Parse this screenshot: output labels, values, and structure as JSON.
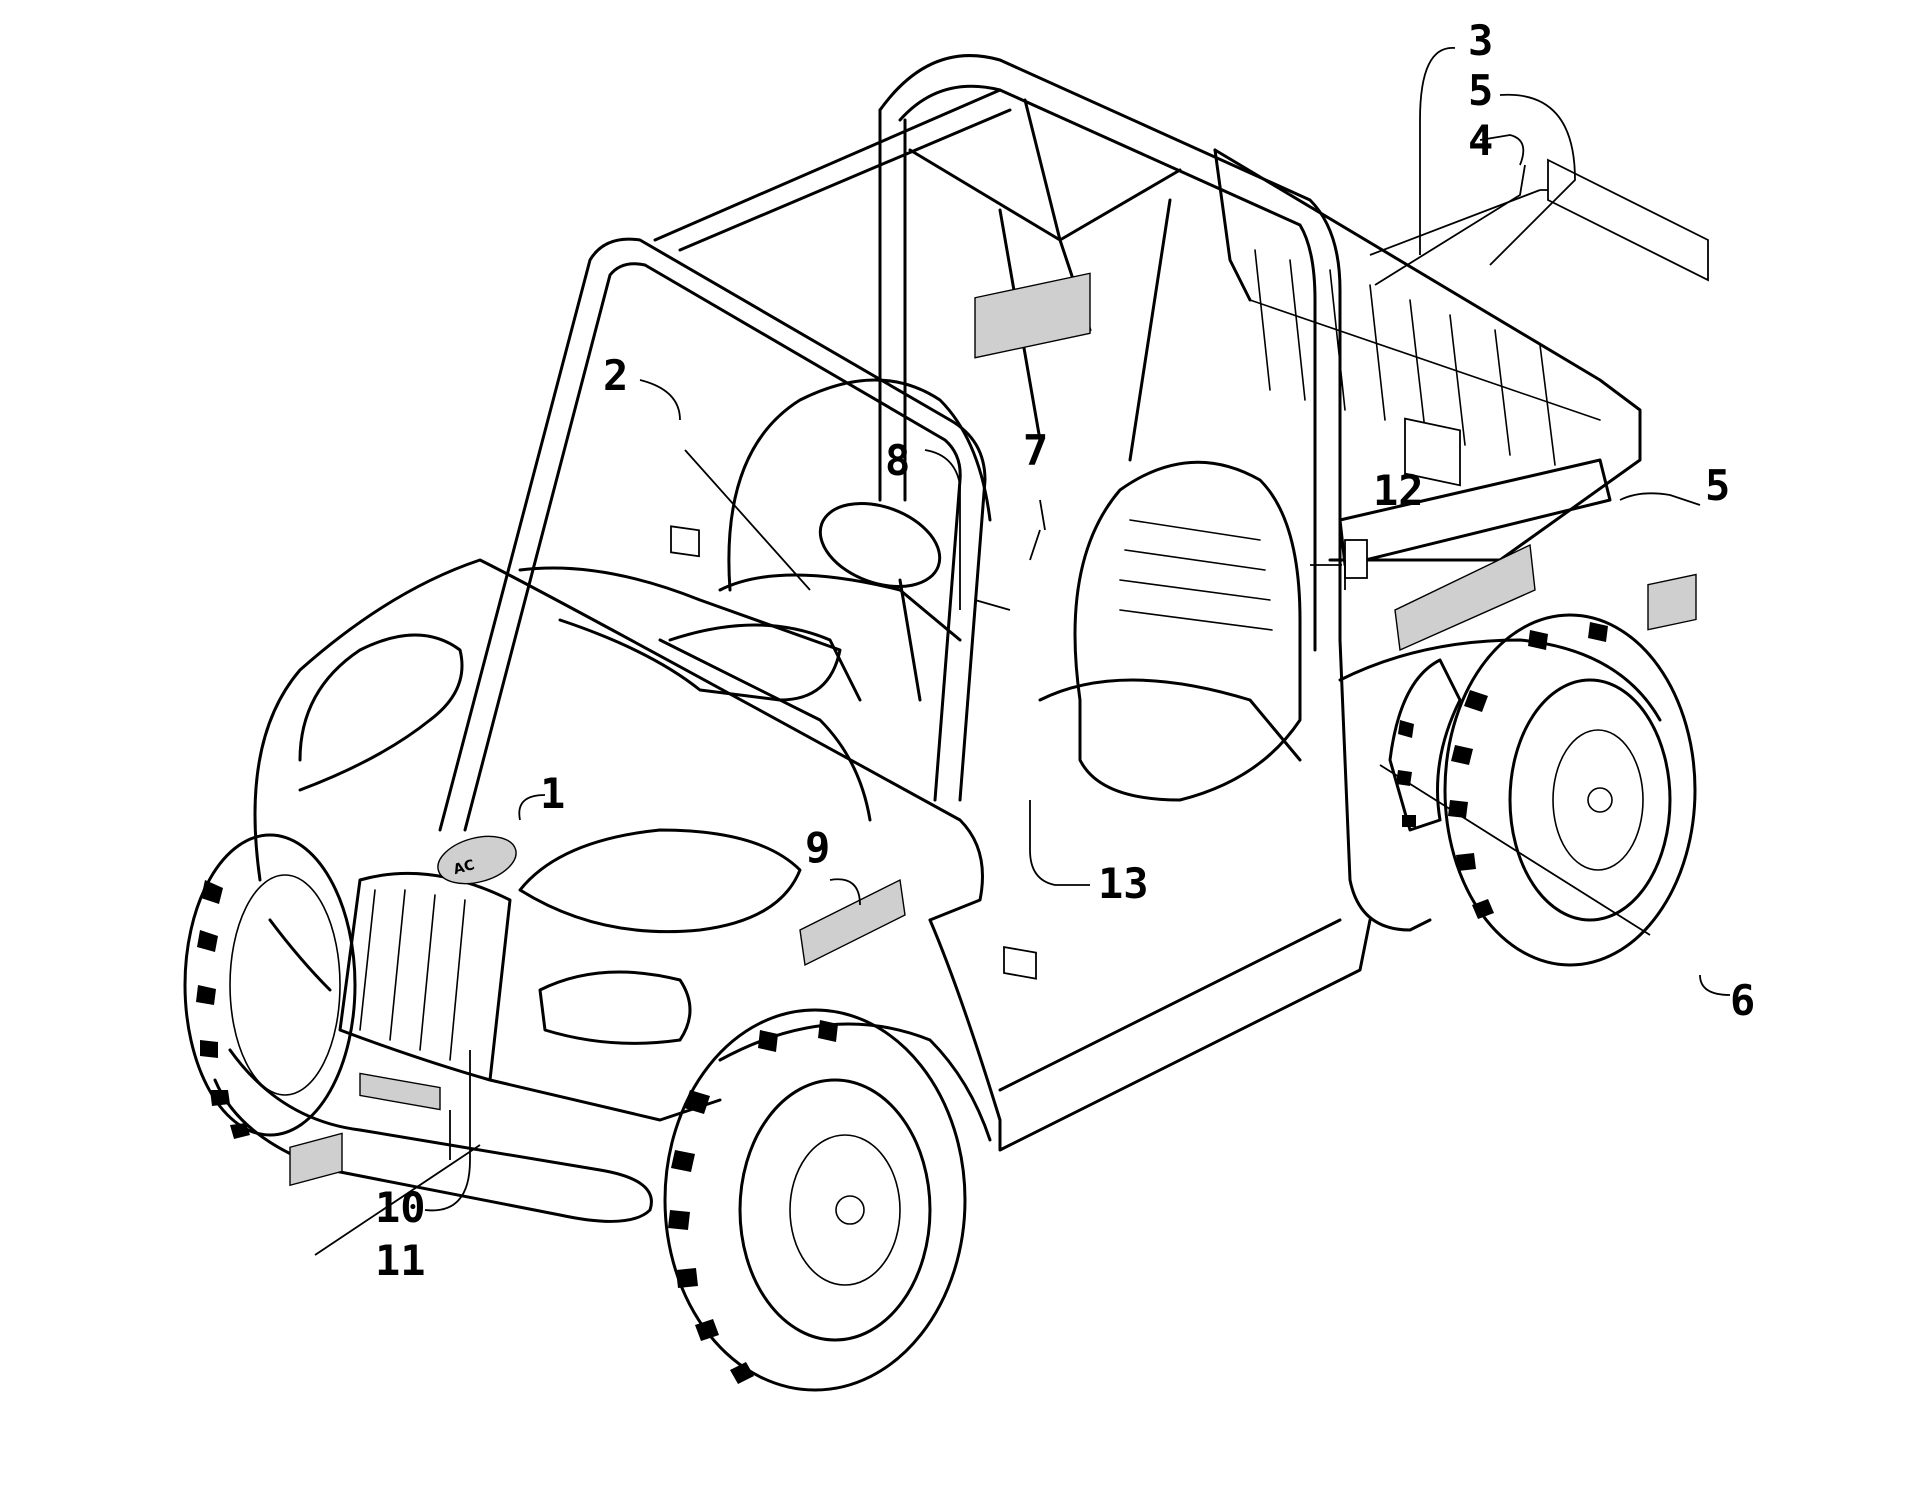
{
  "callouts": [
    {
      "id": "1",
      "label": "1"
    },
    {
      "id": "2",
      "label": "2"
    },
    {
      "id": "3",
      "label": "3"
    },
    {
      "id": "4",
      "label": "4"
    },
    {
      "id": "5a",
      "label": "5"
    },
    {
      "id": "5b",
      "label": "5"
    },
    {
      "id": "6",
      "label": "6"
    },
    {
      "id": "7",
      "label": "7"
    },
    {
      "id": "8",
      "label": "8"
    },
    {
      "id": "9",
      "label": "9"
    },
    {
      "id": "10",
      "label": "10"
    },
    {
      "id": "11",
      "label": "11"
    },
    {
      "id": "12",
      "label": "12"
    },
    {
      "id": "13",
      "label": "13"
    }
  ]
}
